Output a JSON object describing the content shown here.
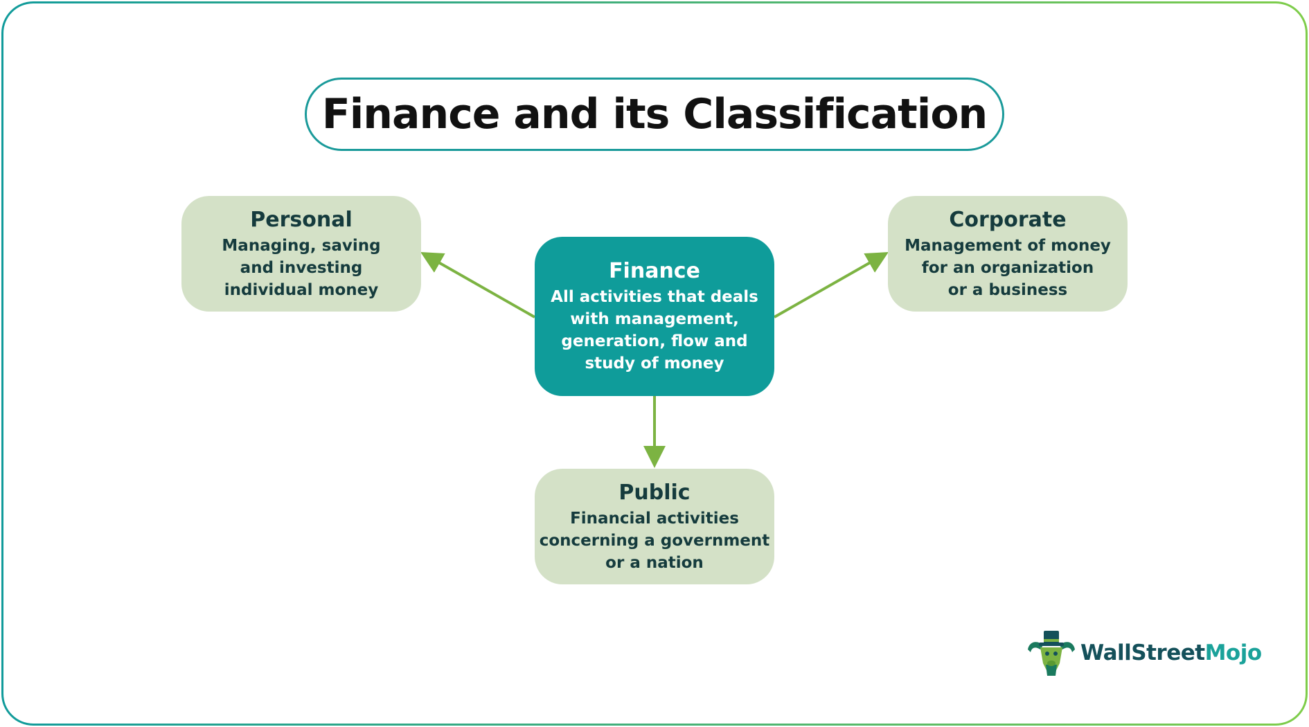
{
  "title": "Finance and its Classification",
  "colors": {
    "accent_teal": "#0f9c9a",
    "node_light": "#d4e1c7",
    "node_text_dark": "#153b3d",
    "arrow_green": "#7cb342",
    "frame_gradient_start": "#119b9b",
    "frame_gradient_end": "#7fcd4a"
  },
  "nodes": {
    "finance": {
      "title": "Finance",
      "lines": [
        "All activities that deals",
        "with management,",
        "generation, flow and",
        "study of money"
      ]
    },
    "personal": {
      "title": "Personal",
      "lines": [
        "Managing, saving",
        "and investing",
        "individual money"
      ]
    },
    "corporate": {
      "title": "Corporate",
      "lines": [
        "Management of money",
        "for an organization",
        "or a business"
      ]
    },
    "public": {
      "title": "Public",
      "lines": [
        "Financial activities",
        "concerning a government",
        "or a nation"
      ]
    }
  },
  "edges": [
    {
      "from": "finance",
      "to": "personal"
    },
    {
      "from": "finance",
      "to": "corporate"
    },
    {
      "from": "finance",
      "to": "public"
    }
  ],
  "logo": {
    "icon": "bull-mascot-icon",
    "text_part1": "WallStreet",
    "text_part2": "Mojo"
  }
}
